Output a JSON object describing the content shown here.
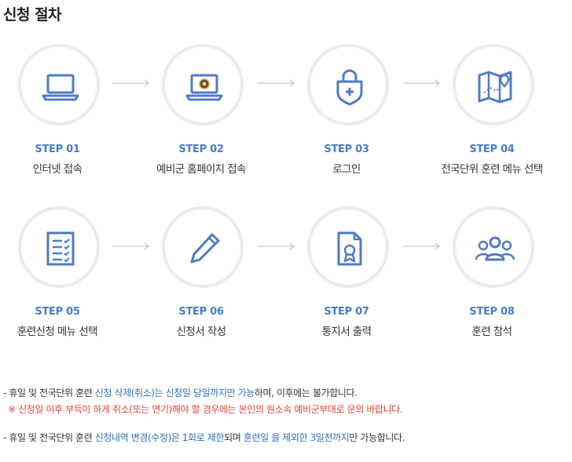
{
  "page": {
    "title": "신청 절차"
  },
  "steps": [
    {
      "no": "STEP 01",
      "label": "인터넷 접속",
      "icon": "laptop-icon"
    },
    {
      "no": "STEP 02",
      "label": "예비군 홈페이지 접속",
      "icon": "laptop-emblem-icon"
    },
    {
      "no": "STEP 03",
      "label": "로그인",
      "icon": "lock-icon"
    },
    {
      "no": "STEP 04",
      "label": "전국단위 훈련 메뉴 선택",
      "icon": "map-icon"
    },
    {
      "no": "STEP 05",
      "label": "훈련신청 메뉴 선택",
      "icon": "checklist-icon"
    },
    {
      "no": "STEP 06",
      "label": "신청서 작성",
      "icon": "pencil-icon"
    },
    {
      "no": "STEP 07",
      "label": "통지서 출력",
      "icon": "certificate-icon"
    },
    {
      "no": "STEP 08",
      "label": "훈련 참석",
      "icon": "group-icon"
    }
  ],
  "notes": {
    "line1": {
      "p1": "- 휴일 및 전국단위 훈련 ",
      "p2": "신청 삭제(취소)는 신청일 당일까지만 가능",
      "p3": "하며, 이후에는 불가합니다."
    },
    "line2": "※ 신청일 이후 부득이 하게 취소(또는 연기)해야 할 경우에는 본인의 원소속 예비군부대로 문의 바랍니다.",
    "line3": {
      "p1": "- 휴일 및 전국단위 훈련 ",
      "p2": "신청내역 변경(수정)은 1회로 제한",
      "p3": "되며 ",
      "p4": "훈련일 을 제외한 3일전까지",
      "p5": "만 가능합니다."
    }
  },
  "colors": {
    "accent": "#4a7cc9",
    "icon": "#4f7bc4",
    "note_blue": "#2f6fb8",
    "note_red": "#e4413a"
  }
}
